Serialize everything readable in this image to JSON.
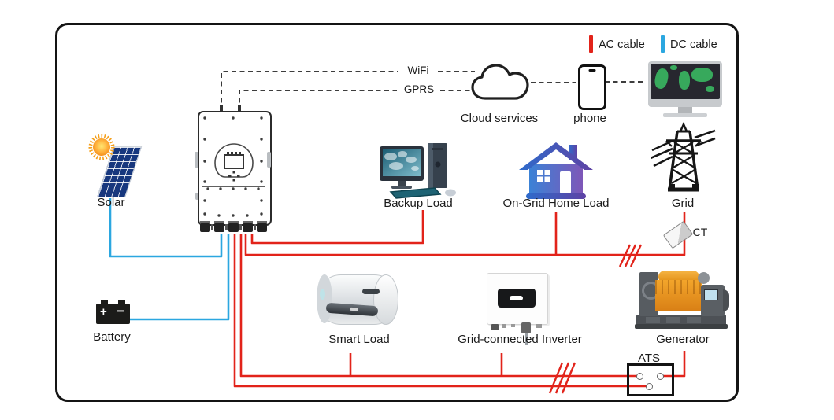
{
  "legend": {
    "ac": {
      "label": "AC cable",
      "color": "#e2231a"
    },
    "dc": {
      "label": "DC cable",
      "color": "#2ba7e0"
    }
  },
  "comm": {
    "wifi_label": "WiFi",
    "gprs_label": "GPRS",
    "cloud_label": "Cloud services",
    "phone_label": "phone"
  },
  "components": {
    "solar": {
      "label": "Solar"
    },
    "battery": {
      "label": "Battery",
      "plus": "+",
      "minus": "−"
    },
    "backup_load": {
      "label": "Backup Load"
    },
    "on_grid_home_load": {
      "label": "On-Grid Home Load"
    },
    "grid": {
      "label": "Grid"
    },
    "ct": {
      "label": "CT"
    },
    "smart_load": {
      "label": "Smart Load"
    },
    "grid_connected_inverter": {
      "label": "Grid-connected Inverter"
    },
    "generator": {
      "label": "Generator"
    },
    "ats": {
      "label": "ATS"
    }
  },
  "colors": {
    "ac_cable": "#e2231a",
    "dc_cable": "#2ba7e0",
    "dashed_line": "#222222"
  }
}
